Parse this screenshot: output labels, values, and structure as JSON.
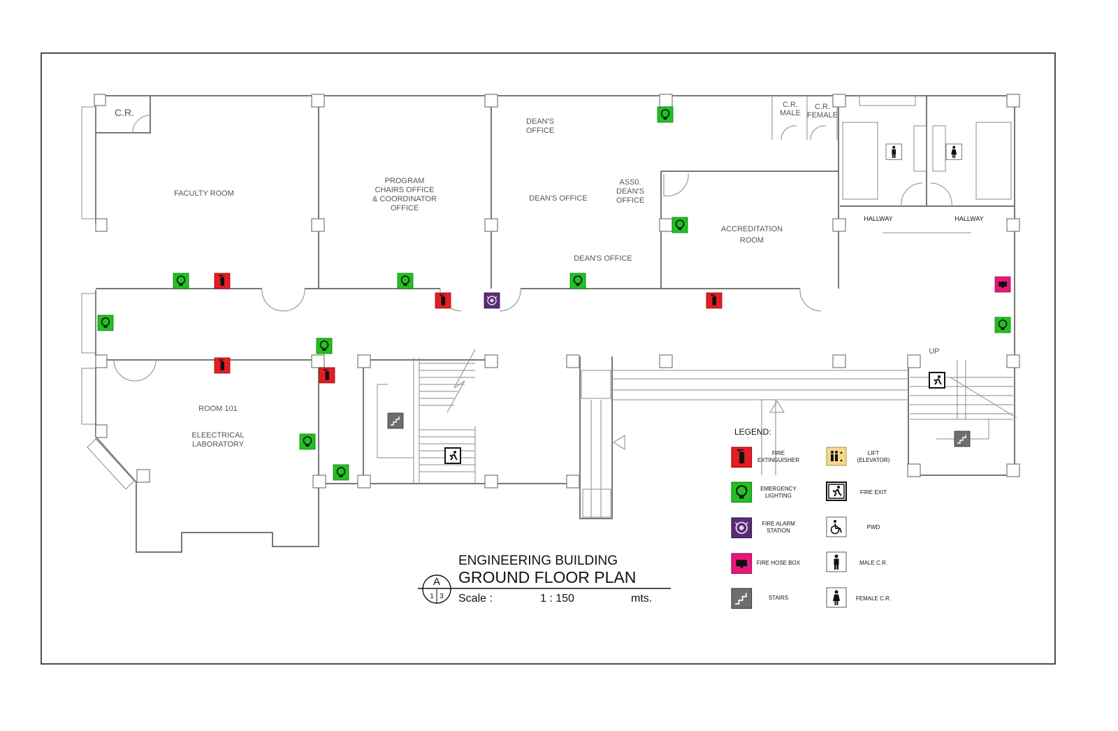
{
  "title": {
    "line1": "ENGINEERING BUILDING",
    "line2": "GROUND FLOOR PLAN",
    "scale_label": "Scale :",
    "scale_value": "1 : 150",
    "scale_unit": "mts.",
    "section_letter": "A",
    "section_num_left": "1",
    "section_num_right": "3"
  },
  "rooms": {
    "cr": "C.R.",
    "faculty": "FACULTY ROOM",
    "program_1": "PROGRAM",
    "program_2": "CHAIRS OFFICE",
    "program_3": "& COORDINATOR",
    "program_4": "OFFICE",
    "deans_a_1": "DEAN'S",
    "deans_a_2": "OFFICE",
    "deans_b": "DEAN'S OFFICE",
    "deans_c": "DEAN'S OFFICE",
    "asso_1": "ASS0.",
    "asso_2": "DEAN'S",
    "asso_3": "OFFICE",
    "cr_male_1": "C.R.",
    "cr_male_2": "MALE",
    "cr_female_1": "C.R.",
    "cr_female_2": "FEMALE",
    "accred_1": "ACCREDITATION",
    "accred_2": "ROOM",
    "hallway_1": "HALLWAY",
    "hallway_2": "HALLWAY",
    "room101": "ROOM 101",
    "elec_1": "ELEECTRICAL",
    "elec_2": "LABORATORY",
    "up": "UP"
  },
  "legend": {
    "heading": "LEGEND:",
    "items": [
      {
        "icon": "fire-extinguisher-icon",
        "color": "#e31e24",
        "line1": "FIRE",
        "line2": "EXTINGUISHER"
      },
      {
        "icon": "emergency-lighting-icon",
        "color": "#22c022",
        "line1": "EMERGENCY",
        "line2": "LIGHTING"
      },
      {
        "icon": "fire-alarm-station-icon",
        "color": "#5b2a7a",
        "line1": "FIRE ALARM",
        "line2": "STATION"
      },
      {
        "icon": "fire-hose-box-icon",
        "color": "#e8177d",
        "line1": "FIRE HOSE BOX",
        "line2": ""
      },
      {
        "icon": "stairs-icon",
        "color": "#6e6e6e",
        "line1": "STAIRS",
        "line2": ""
      },
      {
        "icon": "lift-icon",
        "color": "#f5d98a",
        "line1": "LIFT",
        "line2": "(ELEVATOR)"
      },
      {
        "icon": "fire-exit-icon",
        "color": "#ffffff",
        "line1": "FIRE EXIT",
        "line2": ""
      },
      {
        "icon": "pwd-icon",
        "color": "#ffffff",
        "line1": "PWD",
        "line2": ""
      },
      {
        "icon": "male-cr-icon",
        "color": "#ffffff",
        "line1": "MALE C.R.",
        "line2": ""
      },
      {
        "icon": "female-cr-icon",
        "color": "#ffffff",
        "line1": "FEMALE C.R.",
        "line2": ""
      }
    ]
  },
  "colors": {
    "extinguisher": "#e31e24",
    "lighting": "#22c022",
    "alarm": "#5b2a7a",
    "hose": "#e8177d",
    "stairs": "#6e6e6e",
    "lift": "#f5d98a"
  }
}
